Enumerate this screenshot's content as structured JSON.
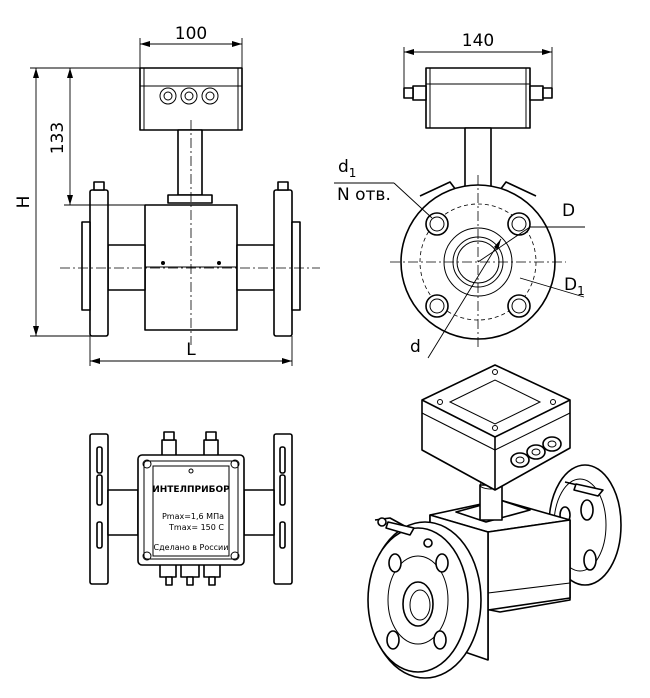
{
  "dimensions": {
    "box_width": "100",
    "side_width": "140",
    "height_133": "133",
    "height": "H",
    "length": "L"
  },
  "front_labels": {
    "d1": "d",
    "d1_sub": "1",
    "n_holes": "N отв.",
    "D": "D",
    "D1": "D",
    "D1_sub": "1",
    "d": "d"
  },
  "nameplate": {
    "brand": "ИНТЕЛПРИБОР",
    "pmax": "Pmax=1,6 МПа",
    "tmax": "Tmax= 150 С",
    "made": "Сделано в России"
  }
}
